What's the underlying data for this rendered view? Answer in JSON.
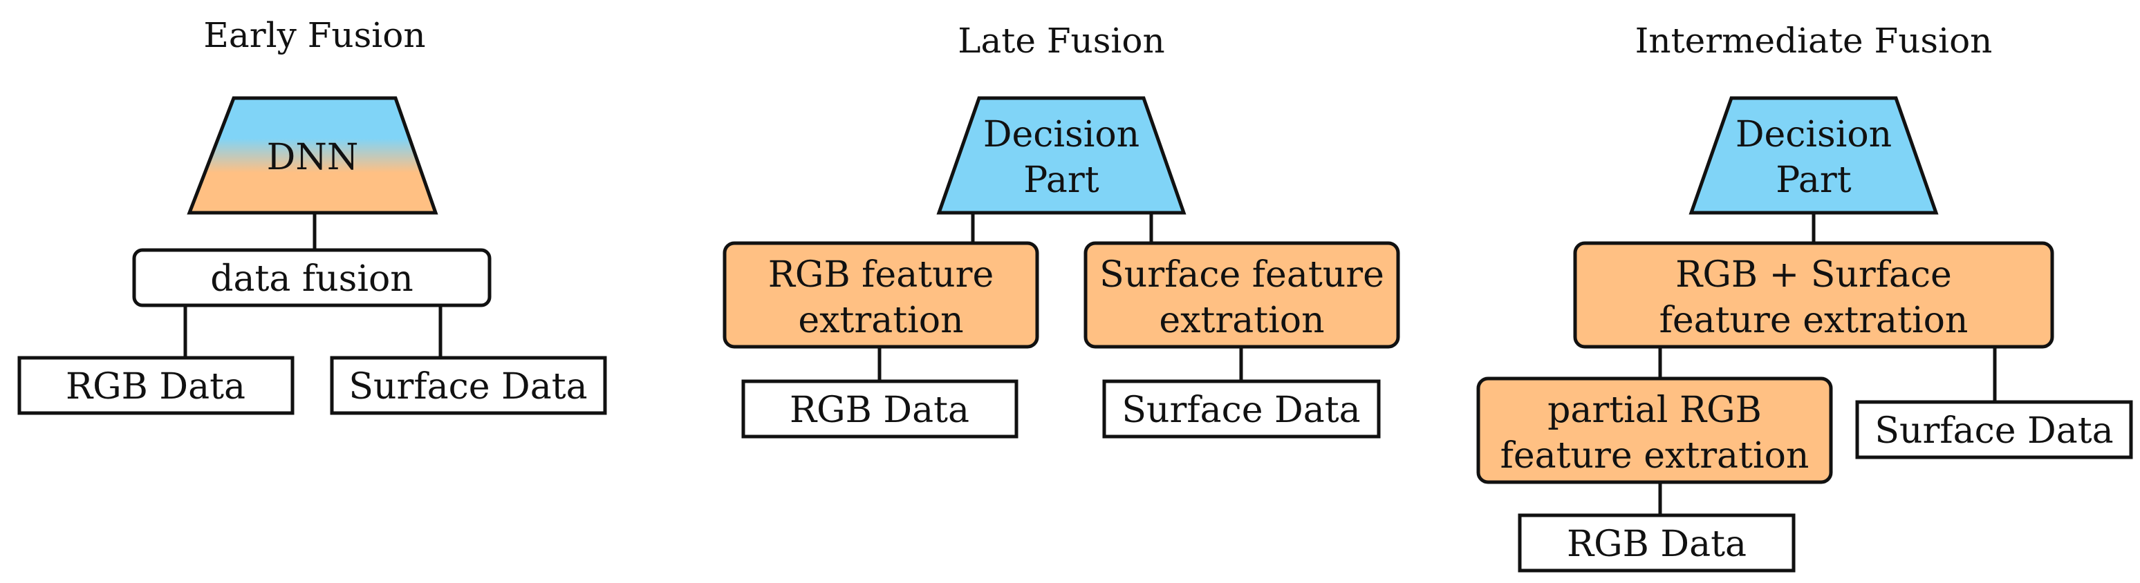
{
  "colors": {
    "orange": "#FFC083",
    "blue": "#80D4F7",
    "white": "#FFFFFF",
    "stroke": "#111111"
  },
  "early_fusion": {
    "title": "Early Fusion",
    "model": "DNN",
    "fusion": "data fusion",
    "rgb_data": "RGB Data",
    "surface_data": "Surface Data"
  },
  "late_fusion": {
    "title": "Late Fusion",
    "decision_line1": "Decision",
    "decision_line2": "Part",
    "rgb_feat_line1": "RGB feature",
    "rgb_feat_line2": "extration",
    "surf_feat_line1": "Surface feature",
    "surf_feat_line2": "extration",
    "rgb_data": "RGB Data",
    "surface_data": "Surface Data"
  },
  "intermediate_fusion": {
    "title": "Intermediate Fusion",
    "decision_line1": "Decision",
    "decision_line2": "Part",
    "joint_line1": "RGB + Surface",
    "joint_line2": "feature extration",
    "partial_line1": "partial RGB",
    "partial_line2": "feature extration",
    "surface_data": "Surface Data",
    "rgb_data": "RGB Data"
  }
}
